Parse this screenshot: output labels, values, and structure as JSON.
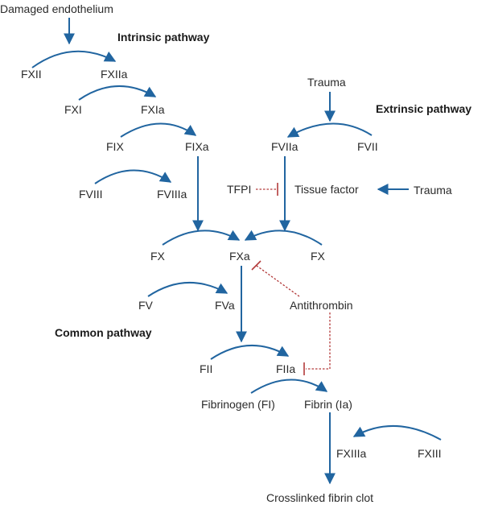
{
  "colors": {
    "arrow": "#2165a0",
    "inhibition": "#b33a3a",
    "text": "#2b2b2b"
  },
  "headings": {
    "intrinsic": "Intrinsic pathway",
    "extrinsic": "Extrinsic pathway",
    "common": "Common pathway"
  },
  "triggers": {
    "damaged_endothelium": "Damaged endothelium",
    "trauma_top": "Trauma",
    "trauma_right": "Trauma"
  },
  "factors": {
    "fxii": "FXII",
    "fxiia": "FXIIa",
    "fxi": "FXI",
    "fxia": "FXIa",
    "fix": "FIX",
    "fixa": "FIXa",
    "fviii": "FVIII",
    "fviiia": "FVIIIa",
    "fviia": "FVIIa",
    "fvii": "FVII",
    "tfpi": "TFPI",
    "tissue_factor": "Tissue factor",
    "fx_left": "FX",
    "fxa": "FXa",
    "fx_right": "FX",
    "fv": "FV",
    "fva": "FVa",
    "antithrombin": "Antithrombin",
    "fii": "FII",
    "fiia": "FIIa",
    "fibrinogen": "Fibrinogen (FI)",
    "fibrin": "Fibrin (Ia)",
    "fxiiia": "FXIIIa",
    "fxiii": "FXIII",
    "clot": "Crosslinked fibrin clot"
  }
}
